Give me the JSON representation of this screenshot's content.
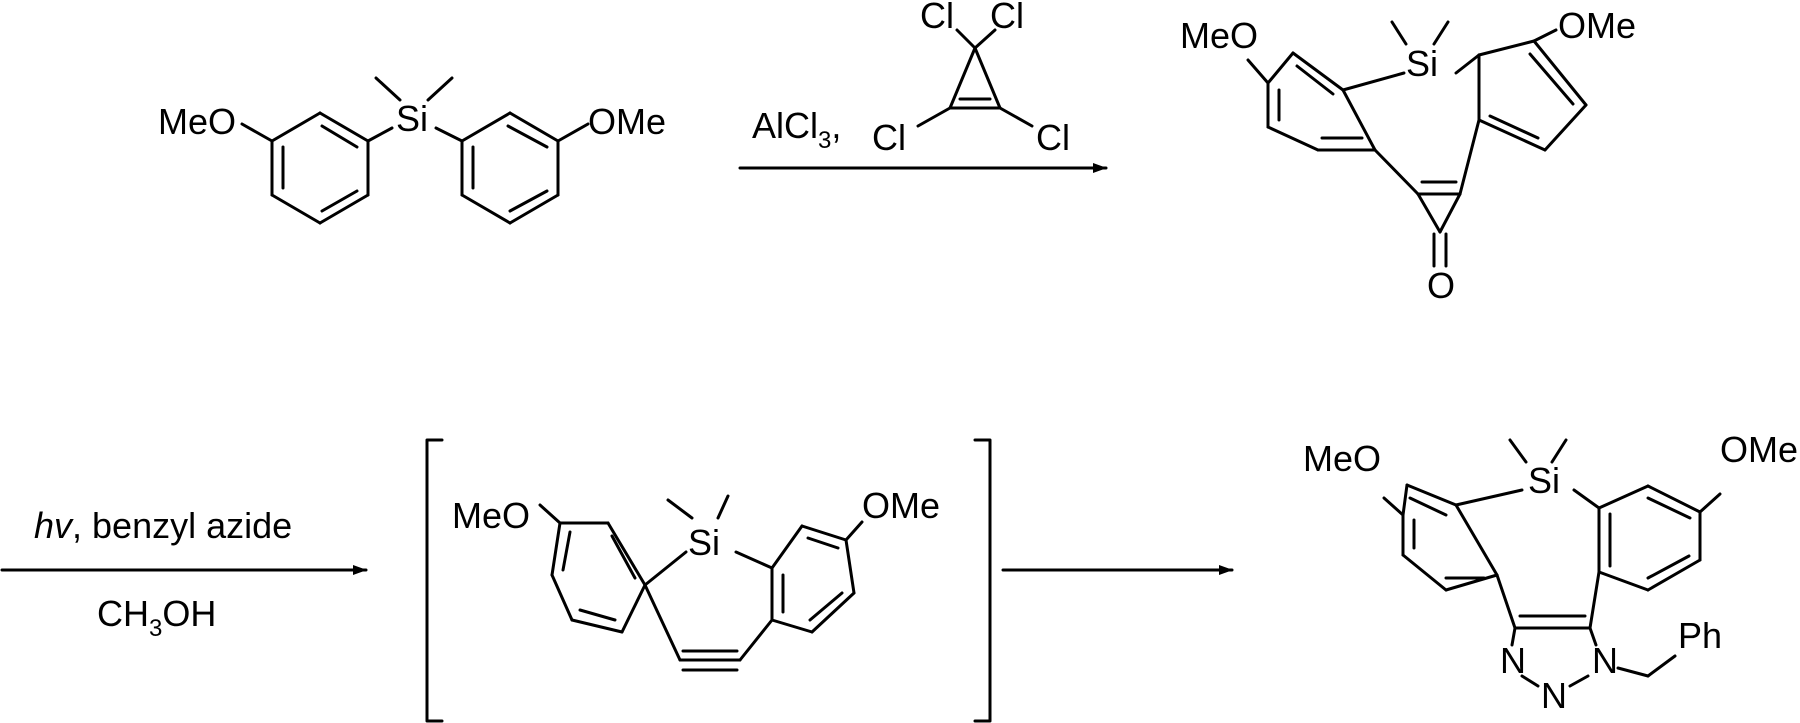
{
  "colors": {
    "ink": "#000000",
    "background": "#ffffff"
  },
  "atoms": {
    "meo": "MeO",
    "ome": "OMe",
    "si": "Si",
    "cl": "Cl",
    "o": "O",
    "n": "N",
    "ph": "Ph"
  },
  "step1": {
    "reagent_prefix": "AlCl",
    "reagent_subscript": "3",
    "reagent_suffix": ","
  },
  "step2": {
    "hv": "hv",
    "reagent": ", benzyl azide",
    "solvent_prefix": "CH",
    "solvent_subscript": "3",
    "solvent_suffix": "OH"
  }
}
